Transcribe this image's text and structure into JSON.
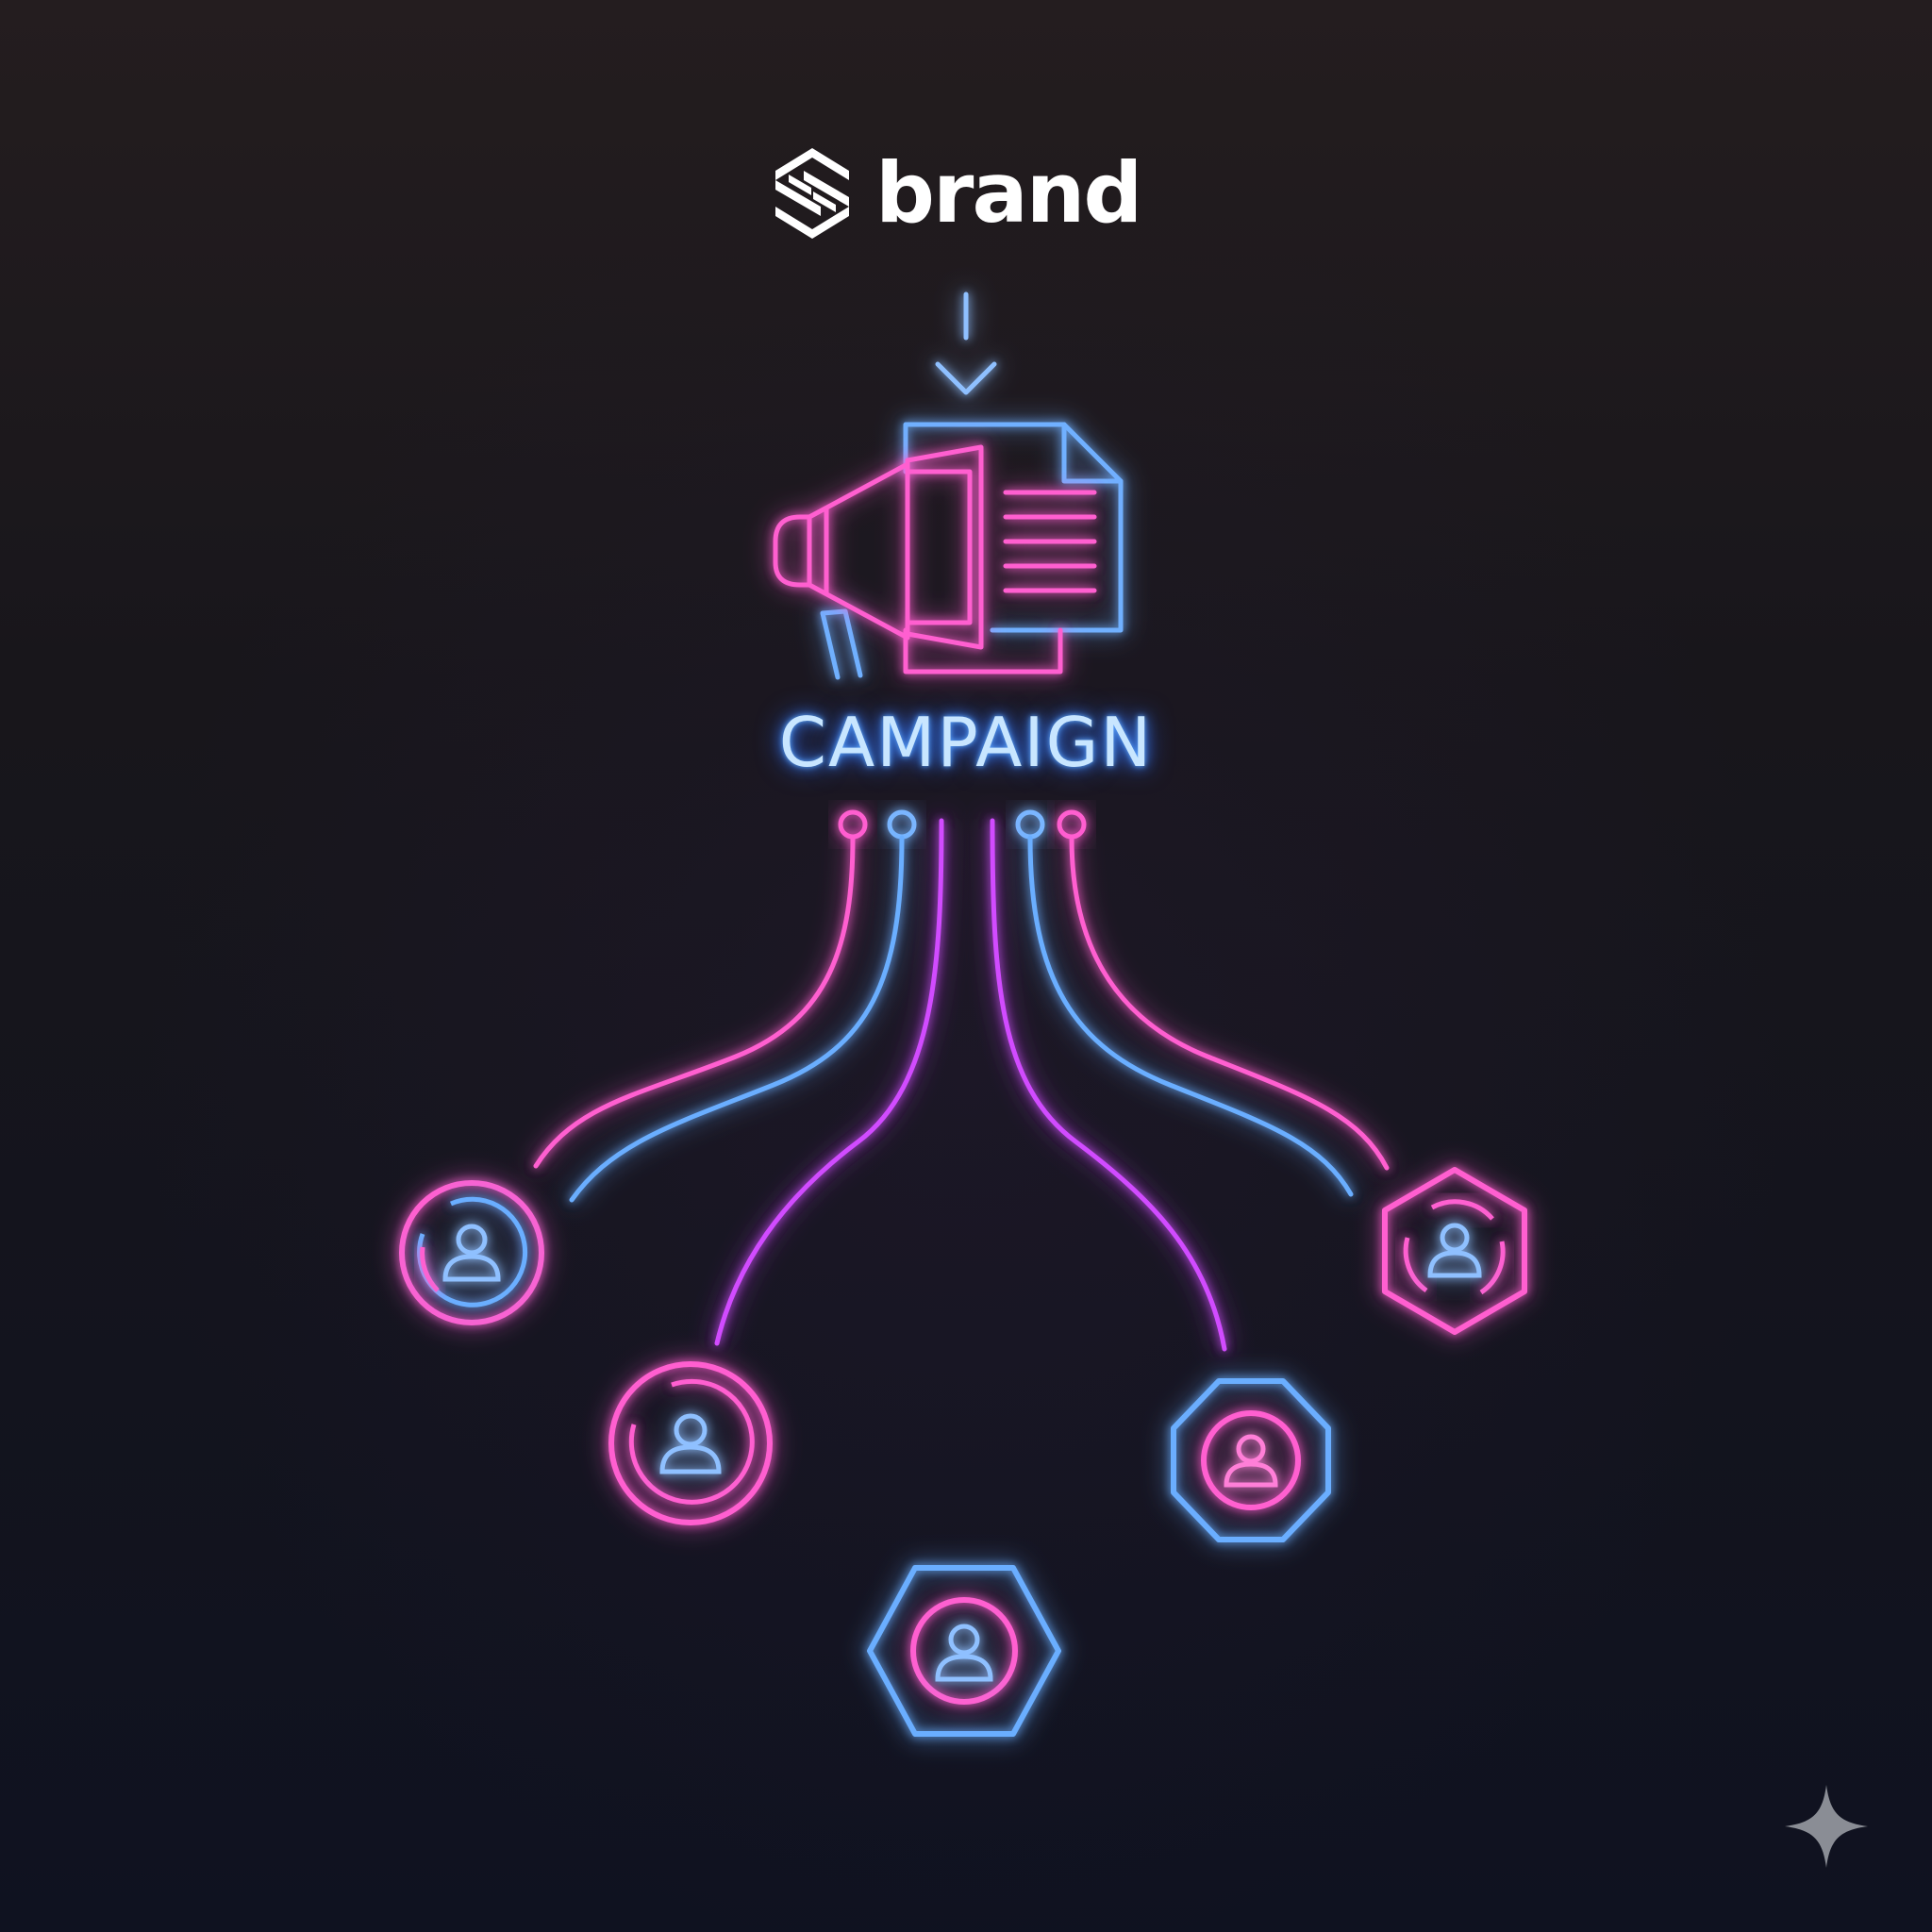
{
  "brand": {
    "name": "brand",
    "logo_icon": "brand-logo-icon"
  },
  "campaign": {
    "label": "CAMPAIGN",
    "icon": "megaphone-document-icon"
  },
  "audience_nodes": [
    {
      "icon": "user-icon",
      "shape": "circle"
    },
    {
      "icon": "user-icon",
      "shape": "circle"
    },
    {
      "icon": "user-icon",
      "shape": "hexagon"
    },
    {
      "icon": "user-icon",
      "shape": "octagon"
    },
    {
      "icon": "user-icon",
      "shape": "hexagon"
    }
  ],
  "decor": {
    "corner_icon": "sparkle-icon"
  },
  "colors": {
    "neon_pink": "#ff4fc8",
    "neon_blue": "#5aa2ff",
    "neon_violet": "#c84bff",
    "background": "#111217"
  }
}
